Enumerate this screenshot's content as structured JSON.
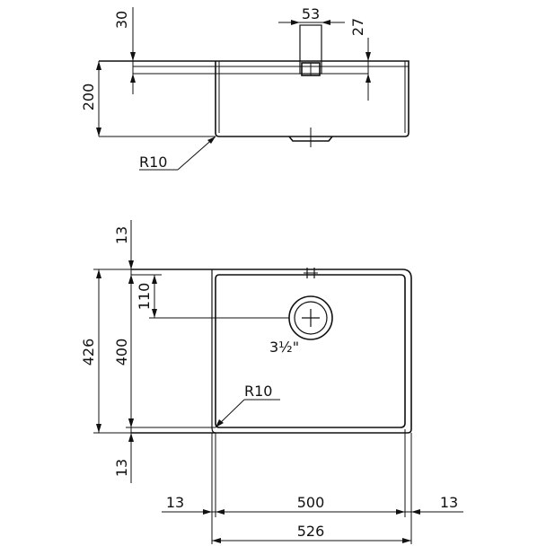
{
  "side_view": {
    "dim_overflow": "30",
    "dim_depth": "200",
    "dim_waste_width": "53",
    "dim_waste_height": "27",
    "radius": "R10"
  },
  "plan_view": {
    "dim_flange_top": "13",
    "dim_flange_bottom": "13",
    "dim_drain_offset": "110",
    "dim_total_depth": "426",
    "dim_bowl_depth": "400",
    "drain_size": "3½\"",
    "radius": "R10",
    "dim_flange_left": "13",
    "dim_bowl_width": "500",
    "dim_flange_right": "13",
    "dim_total_width": "526"
  }
}
